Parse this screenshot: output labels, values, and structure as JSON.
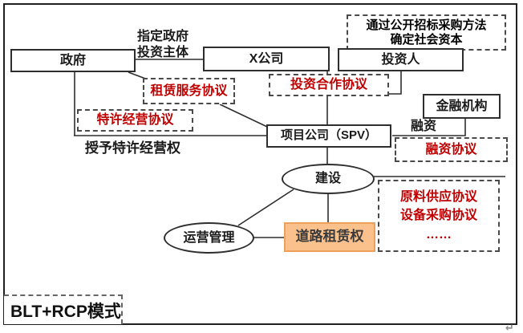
{
  "title": "BLT+RCP模式",
  "colors": {
    "agreement_red": "#C00000",
    "road_lease_fill": "#FBC18D",
    "road_lease_border": "#ED9F5B",
    "line_color": "#2E2E2E"
  },
  "nodes": {
    "government": "政府",
    "x_company": "X公司",
    "investor": "投资人",
    "spv": "项目公司（SPV）",
    "financial_institution": "金融机构",
    "construction": "建设",
    "operation_management": "运营管理",
    "road_lease_right": "道路租赁权"
  },
  "labels": {
    "designate_line1": "指定政府",
    "designate_line2": "投资主体",
    "procurement_line1": "通过公开招标采购方法",
    "procurement_line2": "确定社会资本",
    "grant_franchise": "授予特许经营权",
    "financing": "融资"
  },
  "agreements": {
    "lease_service": "租赁服务协议",
    "investment_cooperation": "投资合作协议",
    "franchise": "特许经营协议",
    "financing_agreement": "融资协议",
    "supply_line1": "原料供应协议",
    "supply_line2": "设备采购协议",
    "supply_line3": "……"
  },
  "marks": {
    "return_mark": "↵"
  }
}
